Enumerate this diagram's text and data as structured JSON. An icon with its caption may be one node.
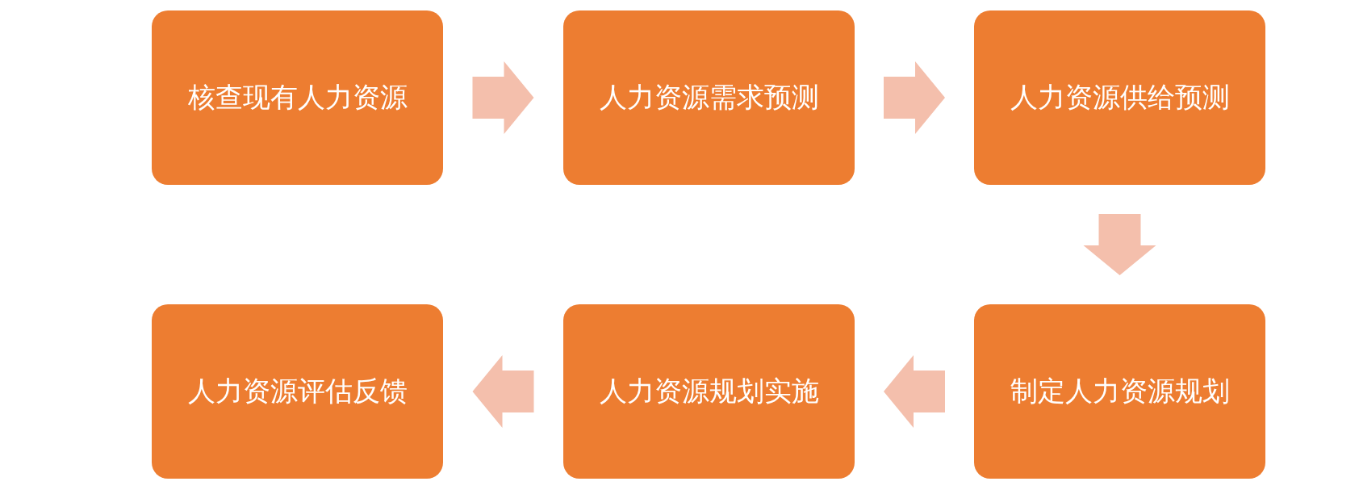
{
  "diagram": {
    "nodes": [
      {
        "text": [
          "核查现有人力资源"
        ]
      },
      {
        "text": [
          "人力资源需求预测"
        ]
      },
      {
        "text": [
          "人力资源供给预测"
        ]
      },
      {
        "text": [
          "人力资源评估反馈"
        ]
      },
      {
        "text": [
          "人力资源规划实施"
        ]
      },
      {
        "text": [
          "制定人力资源规划"
        ]
      }
    ],
    "edges": [
      {
        "from": 0,
        "to": 1,
        "arrow": "to"
      },
      {
        "from": 1,
        "to": 2,
        "arrow": "to"
      },
      {
        "from": 2,
        "to": 5,
        "arrow": "to"
      },
      {
        "from": 5,
        "to": 4,
        "arrow": "to"
      },
      {
        "from": 4,
        "to": 3,
        "arrow": "to"
      }
    ]
  }
}
